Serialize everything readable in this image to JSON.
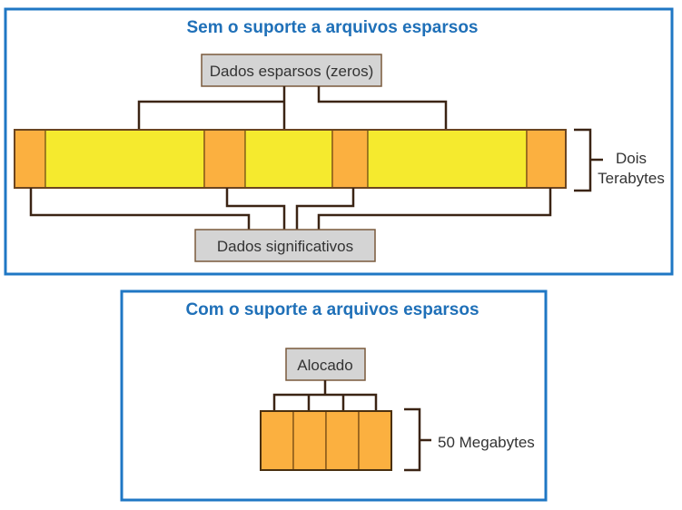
{
  "top_panel": {
    "title": "Sem o suporte a arquivos esparsos",
    "sparse_label": "Dados esparsos (zeros)",
    "meaningful_label": "Dados significativos",
    "size_line1": "Dois",
    "size_line2": "Terabytes"
  },
  "bottom_panel": {
    "title": "Com o suporte a arquivos esparsos",
    "allocated_label": "Alocado",
    "size_label": "50 Megabytes"
  },
  "colors": {
    "frame": "#1f77c4",
    "title": "#1f70b8",
    "allocated": "#fbb040",
    "sparse": "#f5ea2e"
  }
}
